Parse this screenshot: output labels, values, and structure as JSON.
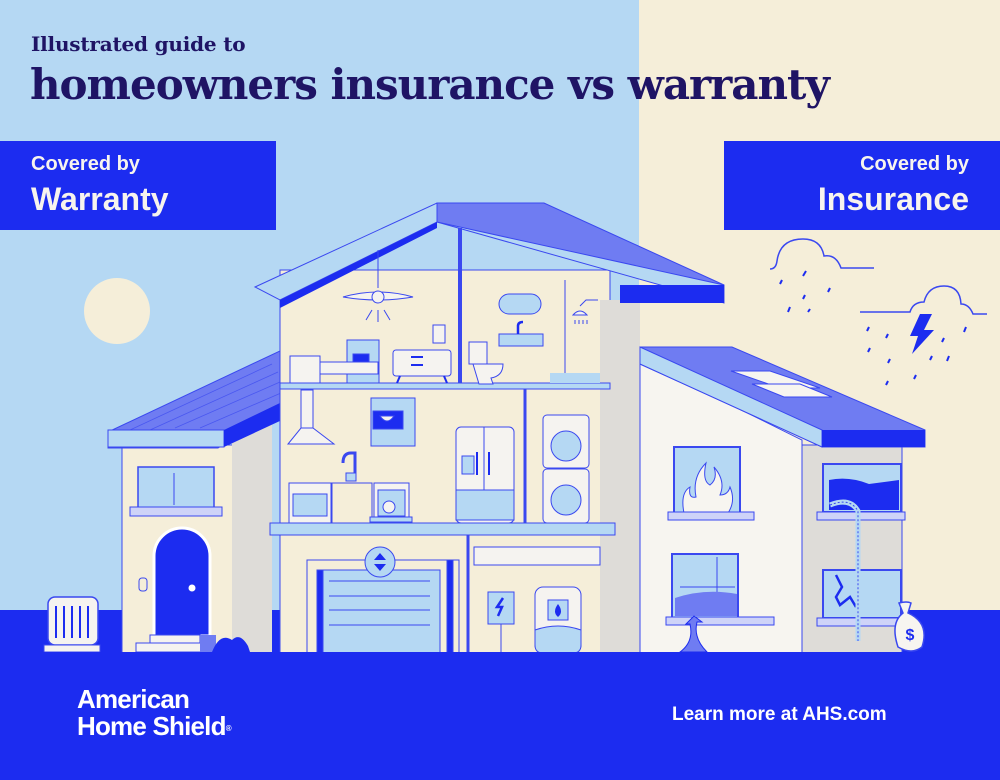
{
  "header": {
    "subtitle": "Illustrated guide to",
    "title": "homeowners insurance vs warranty"
  },
  "badges": {
    "warranty": {
      "small": "Covered by",
      "big": "Warranty"
    },
    "insurance": {
      "small": "Covered by",
      "big": "Insurance"
    }
  },
  "footer": {
    "logo_line1": "American",
    "logo_line2": "Home Shield",
    "logo_mark": "®",
    "cta": "Learn more at AHS.com"
  },
  "illustration": {
    "warranty_items": [
      "air-conditioner-unit",
      "ceiling-fan",
      "light-switch",
      "toilet",
      "sink",
      "shower",
      "range-hood",
      "microwave",
      "faucet",
      "oven",
      "dishwasher",
      "refrigerator",
      "washer",
      "dryer",
      "garage-door-opener",
      "ductwork",
      "electrical-panel",
      "water-heater"
    ],
    "insurance_items": [
      "fire",
      "flood",
      "storm-rain-cloud",
      "lightning",
      "broken-window",
      "theft-rope",
      "money-bag",
      "roof-damage"
    ],
    "money_bag_symbol": "$"
  },
  "colors": {
    "sky_left": "#b5d8f3",
    "cream_right": "#f5eed9",
    "brand_blue": "#1c2cf0",
    "title_navy": "#1f1465",
    "roof_periwinkle": "#6f7cf2",
    "wall_cream": "#f5eed9",
    "wall_gray": "#dedcd8",
    "light_blue": "#b5d8f3"
  }
}
